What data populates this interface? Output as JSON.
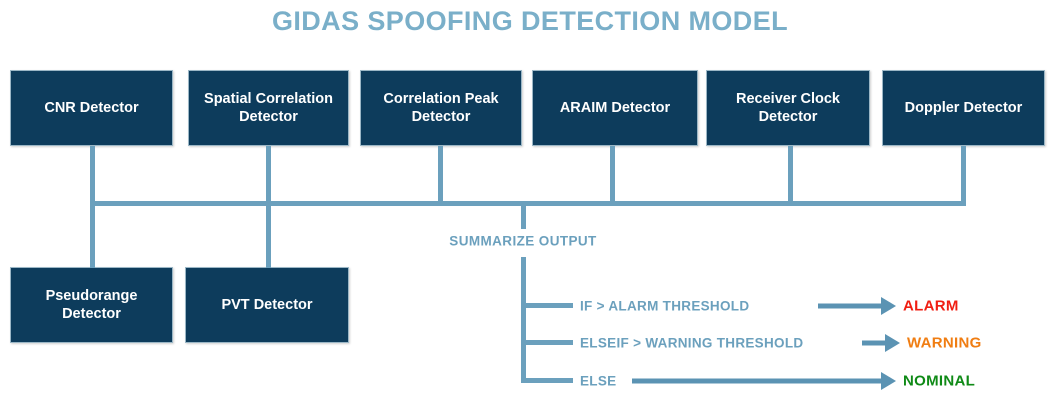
{
  "title": "GIDAS SPOOFING DETECTION MODEL",
  "colors": {
    "title": "#7aafc9",
    "box_fill": "#0d3c5c",
    "box_text": "#ffffff",
    "connector": "#6ba0bd",
    "arrow": "#5b93b3",
    "alarm": "#f01e12",
    "warning": "#f07d12",
    "nominal": "#0f8a16",
    "background": "#ffffff"
  },
  "detectors_top": [
    {
      "label": "CNR Detector"
    },
    {
      "label": "Spatial Correlation Detector"
    },
    {
      "label": "Correlation Peak Detector"
    },
    {
      "label": "ARAIM Detector"
    },
    {
      "label": "Receiver Clock Detector"
    },
    {
      "label": "Doppler Detector"
    }
  ],
  "detectors_bottom": [
    {
      "label": "Pseudorange Detector"
    },
    {
      "label": "PVT Detector"
    }
  ],
  "summarize": {
    "label": "SUMMARIZE OUTPUT"
  },
  "branches": [
    {
      "condition": "IF > ALARM THRESHOLD",
      "outcome": "ALARM",
      "outcome_color": "#f01e12"
    },
    {
      "condition": "ELSEIF > WARNING THRESHOLD",
      "outcome": "WARNING",
      "outcome_color": "#f07d12"
    },
    {
      "condition": "ELSE",
      "outcome": "NOMINAL",
      "outcome_color": "#0f8a16"
    }
  ]
}
